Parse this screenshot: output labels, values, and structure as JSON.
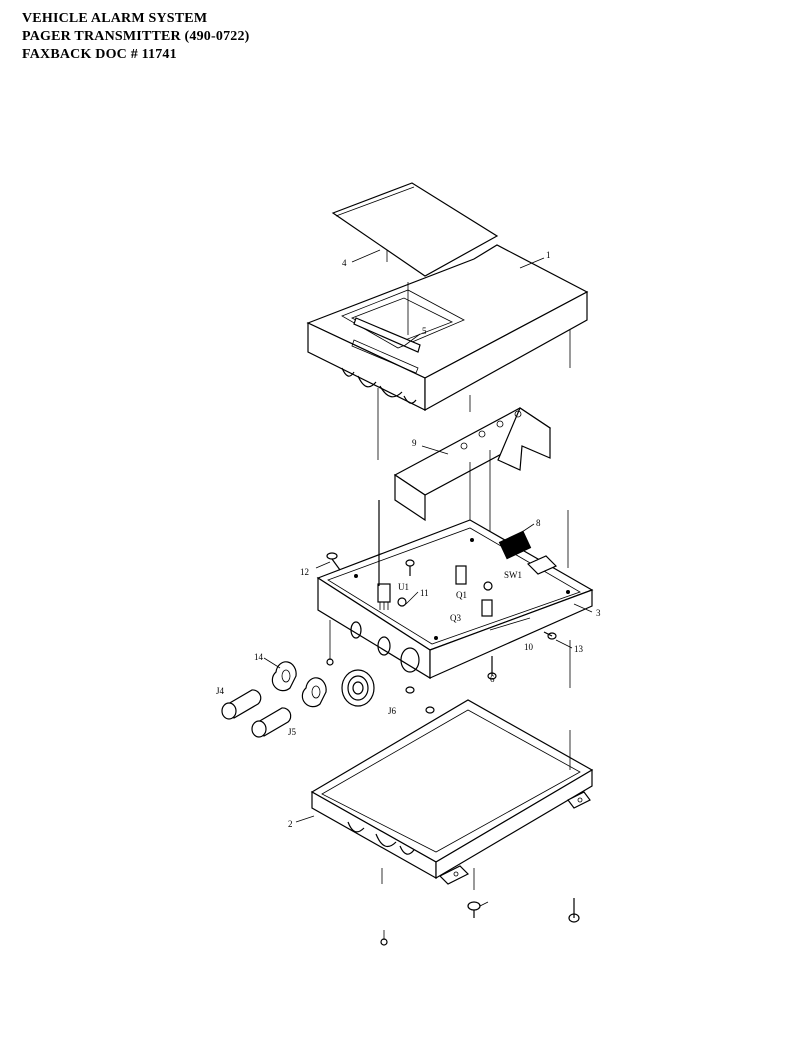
{
  "header": {
    "line1": "VEHICLE ALARM SYSTEM",
    "line2": "PAGER TRANSMITTER  (490-0722)",
    "line3": "FAXBACK DOC # 11741"
  },
  "callouts": {
    "c1": "1",
    "c2": "2",
    "c3": "3",
    "c4": "4",
    "c5": "5",
    "c6": "6",
    "c8": "8",
    "c9": "9",
    "c10": "10",
    "c11": "11",
    "c12": "12",
    "c13": "13",
    "c14": "14",
    "cU1": "U1",
    "cQ1": "Q1",
    "cQ3": "Q3",
    "cSW1": "SW1",
    "cJ4": "J4",
    "cJ5": "J5",
    "cJ6": "J6"
  }
}
